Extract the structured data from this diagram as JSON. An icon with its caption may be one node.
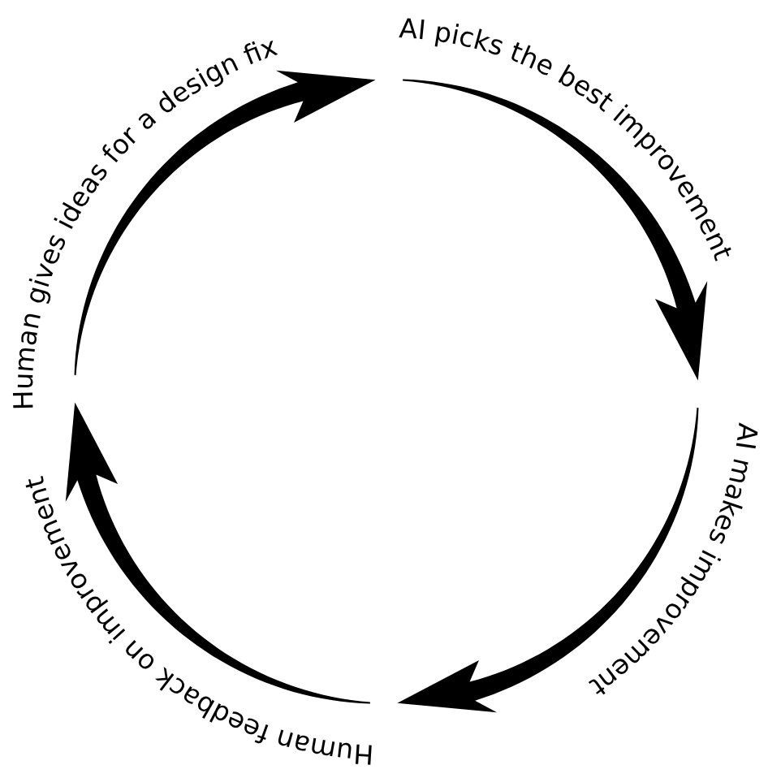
{
  "diagram": {
    "nodes": [
      {
        "text": [
          "AI picks the best improvement"
        ]
      },
      {
        "text": [
          "AI makes improvement"
        ]
      },
      {
        "text": [
          "Human feedback on improvement"
        ]
      },
      {
        "text": [
          "Human gives ideas for a design fix"
        ]
      }
    ],
    "edges": [
      {
        "from": 3,
        "to": 0,
        "arrow": "to"
      },
      {
        "from": 0,
        "to": 1,
        "arrow": "to"
      },
      {
        "from": 1,
        "to": 2,
        "arrow": "to"
      },
      {
        "from": 2,
        "to": 3,
        "arrow": "to"
      }
    ]
  }
}
